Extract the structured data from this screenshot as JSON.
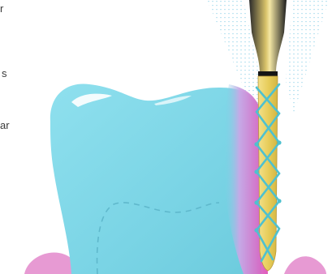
{
  "text_fragments": {
    "top": "r",
    "middle": "s",
    "bottom": "ar"
  },
  "colors": {
    "tooth": "#7ed6e6",
    "tooth_highlight": "#ffffff",
    "gum": "#e79ad3",
    "inflamed_tissue": "#d84bb0",
    "file_gold": "#e9d36a",
    "file_shaft": "#1b1b1b",
    "file_tip": "#c7a832",
    "helix": "#4ec1cf",
    "dotted_spray": "#bfe6f2"
  },
  "illustration": {
    "subject": "tooth-with-dental-file",
    "elements": [
      "tooth-crown",
      "gingiva",
      "gum-pocket",
      "dental-file",
      "irrigation-spray"
    ]
  }
}
